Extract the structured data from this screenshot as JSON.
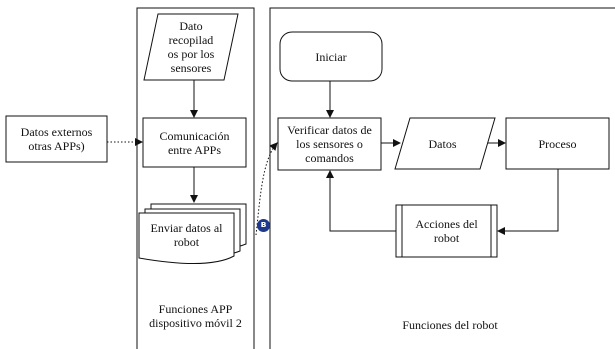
{
  "external": {
    "label": "Datos externos\notras APPs)"
  },
  "app": {
    "sensor_data": "Dato\nrecopilad\nos por los\nsensores",
    "communication": "Comunicación\nentre APPs",
    "send_data": "Enviar datos al\nrobot",
    "panel_caption": "Funciones APP\ndispositivo móvil 2"
  },
  "robot": {
    "start": "Iniciar",
    "verify": "Verificar datos de\nlos  sensores o\ncomandos",
    "data": "Datos",
    "process": "Proceso",
    "actions": "Acciones del\nrobot",
    "panel_caption": "Funciones del robot"
  },
  "bluetooth": {
    "icon": "bluetooth-icon",
    "glyph": "ʙ"
  },
  "colors": {
    "stroke": "#111111",
    "background": "#ffffff",
    "bluetooth": "#1f3a8a"
  }
}
